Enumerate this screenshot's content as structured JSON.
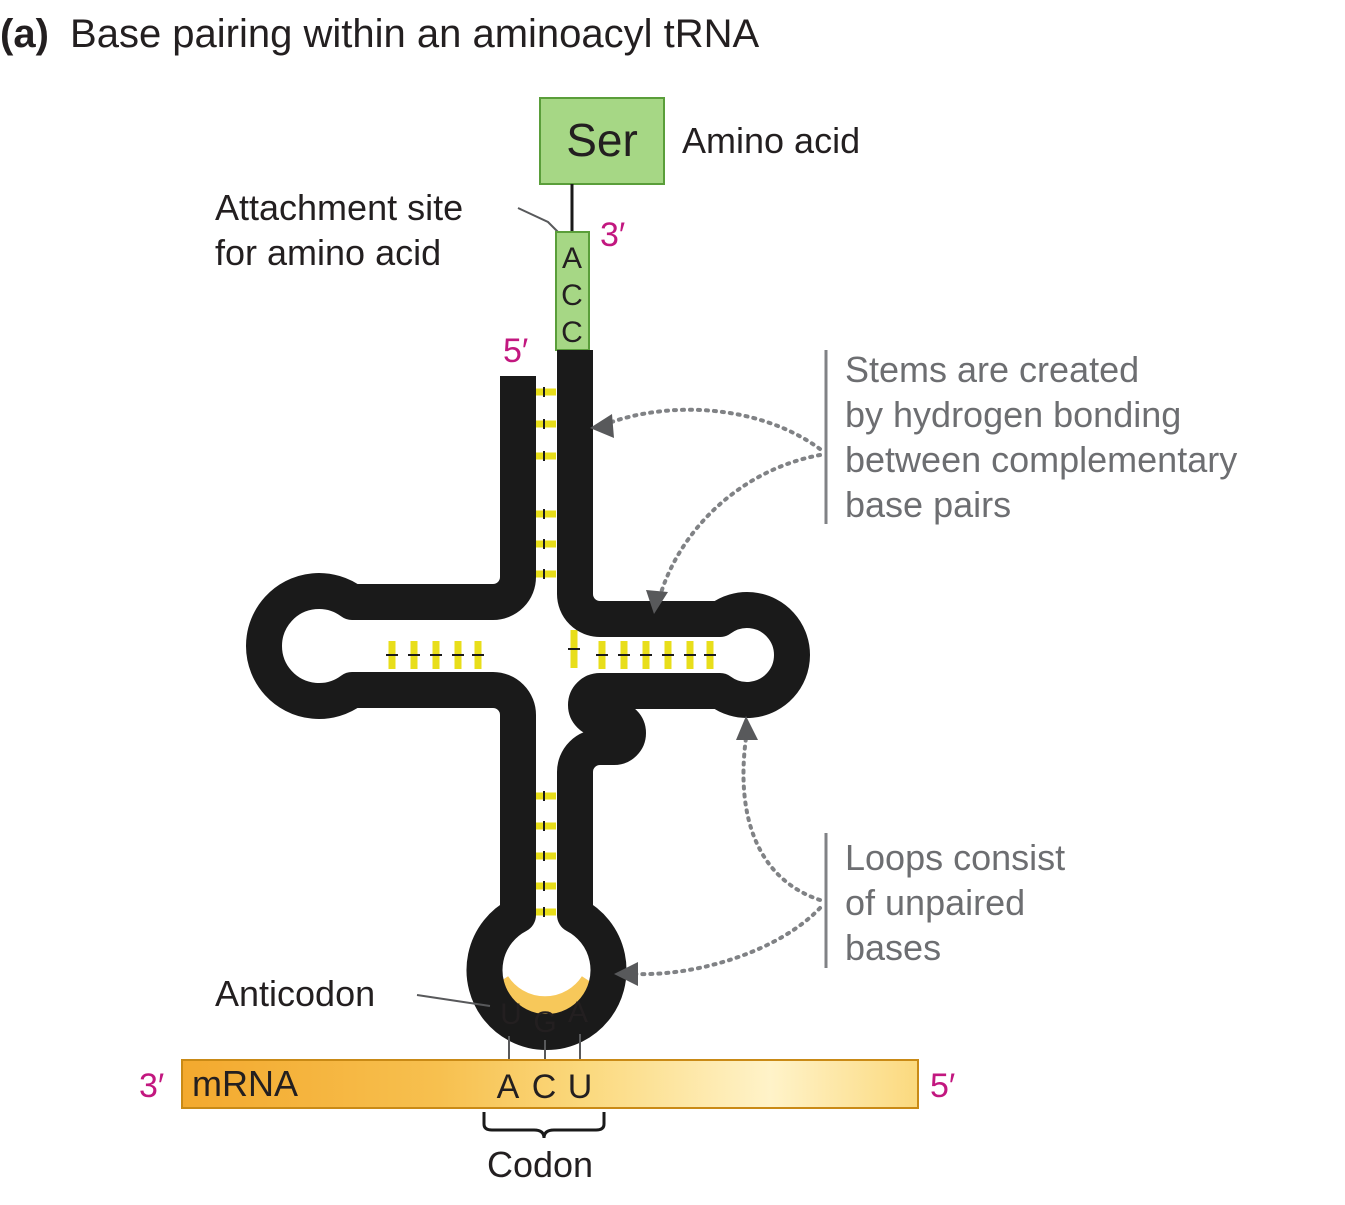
{
  "title": {
    "letter": "(a)",
    "text": "Base pairing within an aminoacyl tRNA"
  },
  "amino_acid": {
    "abbrev": "Ser",
    "label": "Amino acid"
  },
  "attachment_label": {
    "line1": "Attachment site",
    "line2": "for amino acid"
  },
  "acceptor_bases": [
    "A",
    "C",
    "C"
  ],
  "end_labels": {
    "trna_3prime": "3′",
    "trna_5prime": "5′",
    "mrna_3prime": "3′",
    "mrna_5prime": "5′"
  },
  "stems_note": {
    "lines": [
      "Stems are created",
      "by hydrogen bonding",
      "between complementary",
      "base pairs"
    ]
  },
  "loops_note": {
    "lines": [
      "Loops consist",
      "of unpaired",
      "bases"
    ]
  },
  "anticodon": {
    "label": "Anticodon",
    "bases": [
      "U",
      "G",
      "A"
    ]
  },
  "mrna": {
    "label": "mRNA",
    "codon_bases": [
      "A",
      "C",
      "U"
    ],
    "codon_label": "Codon"
  },
  "colors": {
    "trna_backbone": "#1a1a1a",
    "base_pair": "#e8de1a",
    "amino_acid_fill": "#a6d785",
    "anticodon_fill": "#f7c85a",
    "mrna_fill": "#f6b93b",
    "prime_labels": "#c2177f",
    "annotation_text": "#6d6e71"
  }
}
